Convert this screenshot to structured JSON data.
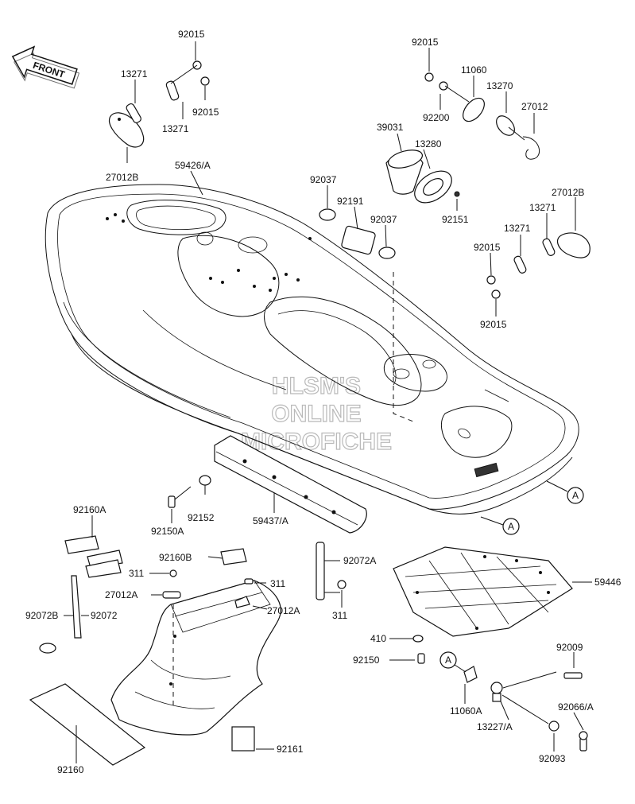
{
  "direction_label": "FRONT",
  "callout_letter": "A",
  "watermark": [
    "HLSM'S",
    "ONLINE",
    "MICROFICHE"
  ],
  "parts": {
    "p92015_a": "92015",
    "p13271_a": "13271",
    "p92015_b": "92015",
    "p13271_b": "13271",
    "p27012b_a": "27012B",
    "p59426a": "59426/A",
    "p92015_c": "92015",
    "p11060": "11060",
    "p13270": "13270",
    "p27012": "27012",
    "p92200": "92200",
    "p39031": "39031",
    "p13280": "13280",
    "p92037_a": "92037",
    "p92191": "92191",
    "p92037_b": "92037",
    "p92151": "92151",
    "p27012b_b": "27012B",
    "p13271_c": "13271",
    "p13271_d": "13271",
    "p92015_d": "92015",
    "p92015_e": "92015",
    "p92152": "92152",
    "p92150a": "92150A",
    "p59437a": "59437/A",
    "p92160a": "92160A",
    "p92160b": "92160B",
    "p311_a": "311",
    "p311_b": "311",
    "p311_c": "311",
    "p27012a_a": "27012A",
    "p27012a_b": "27012A",
    "p92072a": "92072A",
    "p59446": "59446",
    "p92072b": "92072B",
    "p92072": "92072",
    "p410": "410",
    "p92150": "92150",
    "p92009": "92009",
    "p11060a": "11060A",
    "p13227a": "13227/A",
    "p92066a": "92066/A",
    "p92093": "92093",
    "p92160": "92160",
    "p92161": "92161"
  }
}
